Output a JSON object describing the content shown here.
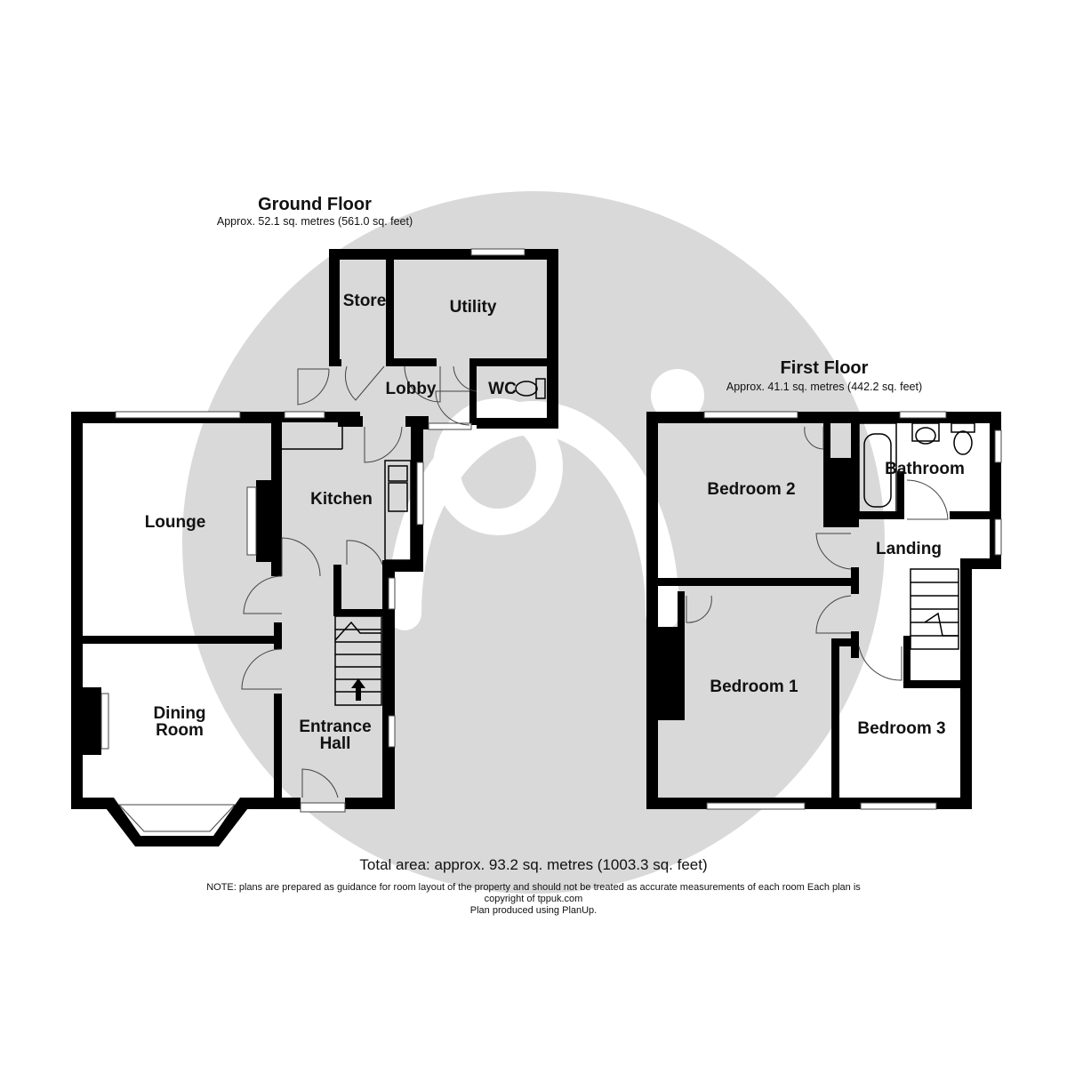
{
  "watermark": {
    "color": "#d9d9d9",
    "icon": "agency-logo-icon"
  },
  "ground_floor": {
    "title": "Ground Floor",
    "area": "Approx. 52.1 sq. metres (561.0 sq. feet)",
    "rooms": {
      "store": "Store",
      "utility": "Utility",
      "lobby": "Lobby",
      "wc": "WC",
      "kitchen": "Kitchen",
      "lounge": "Lounge",
      "dining_1": "Dining",
      "dining_2": "Room",
      "hall_1": "Entrance",
      "hall_2": "Hall"
    }
  },
  "first_floor": {
    "title": "First Floor",
    "area": "Approx. 41.1 sq. metres (442.2 sq. feet)",
    "rooms": {
      "bedroom2": "Bedroom 2",
      "bathroom": "Bathroom",
      "landing": "Landing",
      "bedroom1": "Bedroom 1",
      "bedroom3": "Bedroom 3"
    }
  },
  "footer": {
    "total": "Total area: approx. 93.2 sq. metres (1003.3 sq. feet)",
    "note_1": "NOTE: plans are prepared as guidance for room layout of the property and should not be treated as accurate measurements of each room Each plan is",
    "note_2": "copyright of tppuk.com",
    "note_3": "Plan produced using PlanUp."
  }
}
